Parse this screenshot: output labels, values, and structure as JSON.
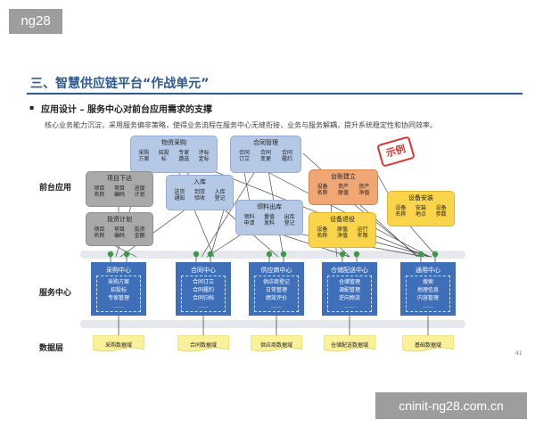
{
  "watermarks": {
    "top": "ng28",
    "bottom": "cninit-ng28.com.cn"
  },
  "slide": {
    "title": "三、智慧供应链平台“作战单元”",
    "bullet": "▪",
    "subtitle": "应用设计 – 服务中心对前台应用需求的支撑",
    "description": "核心业务能力沉淀，采用服务偏非策略，使得业务流程在服务中心无缝衔接，业务与服务解耦，提升系统稳定性和协同效率。",
    "stamp": "示例",
    "page_number": "41"
  },
  "layers": {
    "front": "前台应用",
    "service": "服务中心",
    "data": "数据层"
  },
  "front_modules": [
    {
      "id": "procure",
      "title": "物资采购",
      "items": [
        "采购方案",
        "招投标",
        "专家遴选",
        "评标定标"
      ]
    },
    {
      "id": "contract",
      "title": "合同管理",
      "items": [
        "合同订立",
        "合同变更",
        "合同履约"
      ]
    },
    {
      "id": "project",
      "title": "项目下达",
      "items": [
        "项目名称",
        "项目编码",
        "进度计划"
      ]
    },
    {
      "id": "inbound",
      "title": "入库",
      "items": [
        "送货通知",
        "到货验收",
        "入库登记"
      ]
    },
    {
      "id": "ledger",
      "title": "台账建立",
      "items": [
        "设备名称",
        "资产原值",
        "资产净值"
      ]
    },
    {
      "id": "install",
      "title": "设备安装",
      "items": [
        "设备名称",
        "安装地点",
        "设备参数"
      ]
    },
    {
      "id": "plan",
      "title": "投资计划",
      "items": [
        "项目名称",
        "项目编码",
        "投资金额"
      ]
    },
    {
      "id": "outbound",
      "title": "领料出库",
      "items": [
        "领料申请",
        "量值发料",
        "出库登记"
      ]
    },
    {
      "id": "retire",
      "title": "设备退役",
      "items": [
        "设备名称",
        "原值净值",
        "运行年限"
      ]
    }
  ],
  "services": [
    {
      "title": "采购中心",
      "items": [
        "采购方案",
        "招投标",
        "专家管理",
        "……"
      ]
    },
    {
      "title": "合同中心",
      "items": [
        "合同订立",
        "合同履约",
        "合同归档",
        "……"
      ]
    },
    {
      "title": "供应商中心",
      "items": [
        "供应商登记",
        "日常管理",
        "绩效评价",
        "……"
      ]
    },
    {
      "title": "仓储配送中心",
      "items": [
        "仓储管理",
        "调配管理",
        "逆向物流",
        "……"
      ]
    },
    {
      "title": "通用中心",
      "items": [
        "搜索",
        "地理信息",
        "内容管理",
        "……"
      ]
    }
  ],
  "databases": [
    {
      "label": "采购数据域"
    },
    {
      "label": "合同数据域"
    },
    {
      "label": "供应商数据域"
    },
    {
      "label": "仓储配送数据域"
    },
    {
      "label": "基础数据域"
    }
  ],
  "colors": {
    "title_blue": "#2e5a93",
    "service_blue": "#3f6fb8",
    "module_blue": "#b5c8e6",
    "module_grey": "#a9a9a9",
    "module_orange": "#f0a773",
    "module_yellow": "#fad54b",
    "stamp_red": "#d9352b",
    "connector_green": "#3a9a44",
    "data_yellow": "#fbf19a"
  }
}
